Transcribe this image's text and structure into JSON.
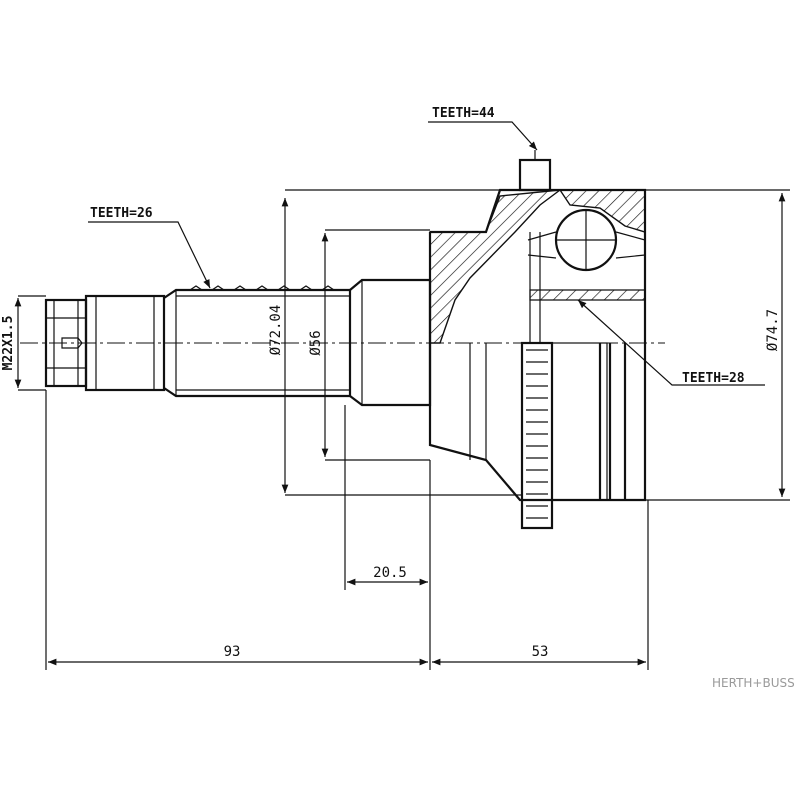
{
  "labels": {
    "teeth_top": "TEETH=44",
    "teeth_left": "TEETH=26",
    "teeth_right": "TEETH=28"
  },
  "dimensions": {
    "thread": "M22X1.5",
    "dia_72": "Ø72.04",
    "dia_56": "Ø56",
    "dia_74": "Ø74.7",
    "len_20": "20.5",
    "len_93": "93",
    "len_53": "53"
  },
  "watermark": "HERTH+BUSS",
  "colors": {
    "line": "#111111",
    "watermark": "#9a9a9a"
  }
}
